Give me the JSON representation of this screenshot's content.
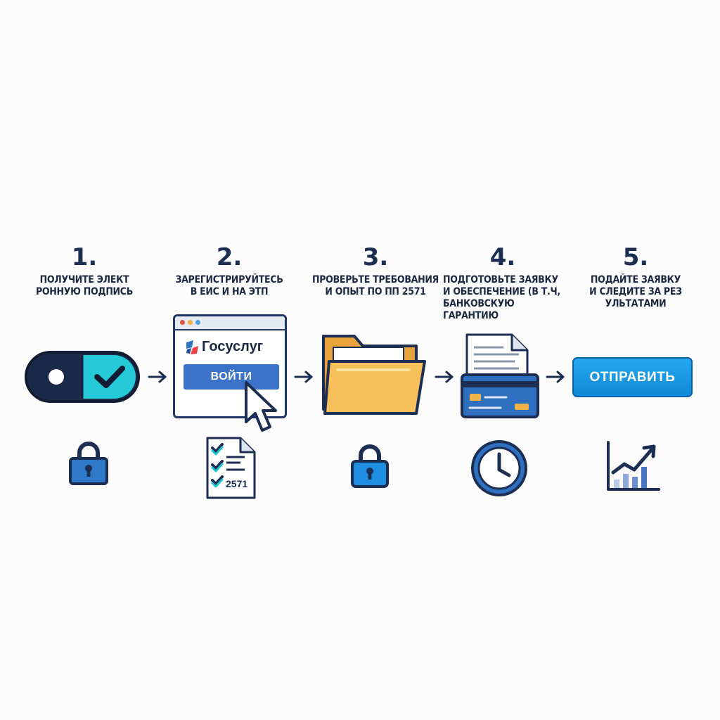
{
  "steps": [
    {
      "number": "1.",
      "title_lines": [
        "Получите элект",
        "ронную подпись"
      ]
    },
    {
      "number": "2.",
      "title_lines": [
        "Зарегистрируйтесь",
        "в ЕИС и на ЭТП"
      ]
    },
    {
      "number": "3.",
      "title_lines": [
        "Проверьте требования",
        "и опыт по ПП 2571"
      ]
    },
    {
      "number": "4.",
      "title_lines": [
        "Подготовьте заявку",
        "и обеспечение (в т.ч,",
        "банковскую",
        "гарантию"
      ]
    },
    {
      "number": "5.",
      "title_lines": [
        "Подайте заявку",
        "и следите за рез",
        "ультатами"
      ]
    }
  ],
  "browser": {
    "brand": "Госуслуг",
    "login_label": "ВОЙТИ"
  },
  "checklist": {
    "number": "2571"
  },
  "submit": {
    "label": "ОТПРАВИТЬ"
  },
  "colors": {
    "navy": "#1c2e52",
    "teal": "#22c7d6",
    "blue": "#3c72c7",
    "folder": "#f2b24a",
    "accent_blue": "#1a8fe0"
  },
  "icons": [
    "toggle-check-icon",
    "lock-icon",
    "browser-window-icon",
    "cursor-icon",
    "checklist-document-icon",
    "folder-icon",
    "document-icon",
    "bank-card-icon",
    "clock-icon",
    "growth-chart-icon"
  ]
}
